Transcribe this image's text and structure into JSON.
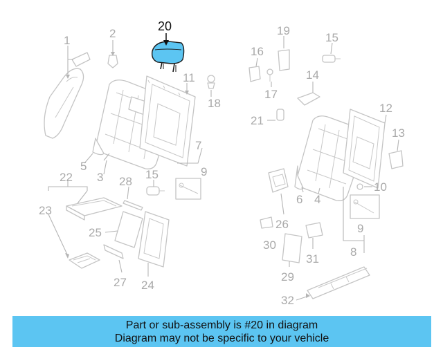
{
  "diagram": {
    "highlight_color": "#5cc5f2",
    "callouts": {
      "c1": "1",
      "c2": "2",
      "c3": "3",
      "c4": "4",
      "c5": "5",
      "c6": "6",
      "c7": "7",
      "c8": "8",
      "c9a": "9",
      "c9b": "9",
      "c10": "10",
      "c11": "11",
      "c12": "12",
      "c13": "13",
      "c14": "14",
      "c15a": "15",
      "c15b": "15",
      "c16": "16",
      "c17": "17",
      "c18": "18",
      "c19": "19",
      "c20": "20",
      "c21": "21",
      "c22": "22",
      "c23": "23",
      "c24": "24",
      "c25": "25",
      "c26": "26",
      "c27": "27",
      "c28": "28",
      "c29": "29",
      "c30": "30",
      "c31": "31",
      "c32": "32"
    }
  },
  "caption": {
    "line1": "Part or sub-assembly is #20 in diagram",
    "line2": "Diagram may not be specific to your vehicle",
    "background": "#5cc5f2"
  }
}
